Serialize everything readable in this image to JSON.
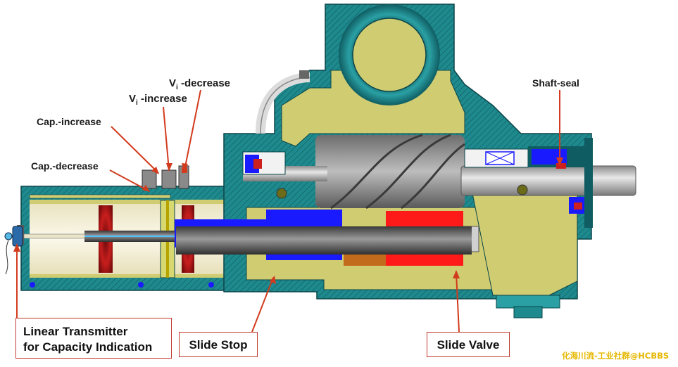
{
  "labels": {
    "vi_decrease_main": "V",
    "vi_decrease_sub": "i",
    "vi_decrease_rest": " -decrease",
    "vi_increase_main": "V",
    "vi_increase_sub": "i",
    "vi_increase_rest": " -increase",
    "cap_increase": "Cap.-increase",
    "cap_decrease": "Cap.-decrease",
    "shaft_seal": "Shaft-seal",
    "linear_transmitter_line1": "Linear Transmitter",
    "linear_transmitter_line2": "for Capacity Indication",
    "slide_stop": "Slide Stop",
    "slide_valve": "Slide Valve"
  },
  "watermark": "化海川流-工业社群@HCBBS",
  "colors": {
    "casing_teal": "#1e8a8e",
    "casing_dark": "#0f5d62",
    "cavity_olive": "#cfcc72",
    "piston_red": "#cc1f1f",
    "piston_blue": "#1a1aff",
    "rotor_gray": "#7c7c7c",
    "cylinder_cream": "#f4f0d9",
    "leader_red": "#d23b1e",
    "watermark_yellow": "#e6b800"
  }
}
